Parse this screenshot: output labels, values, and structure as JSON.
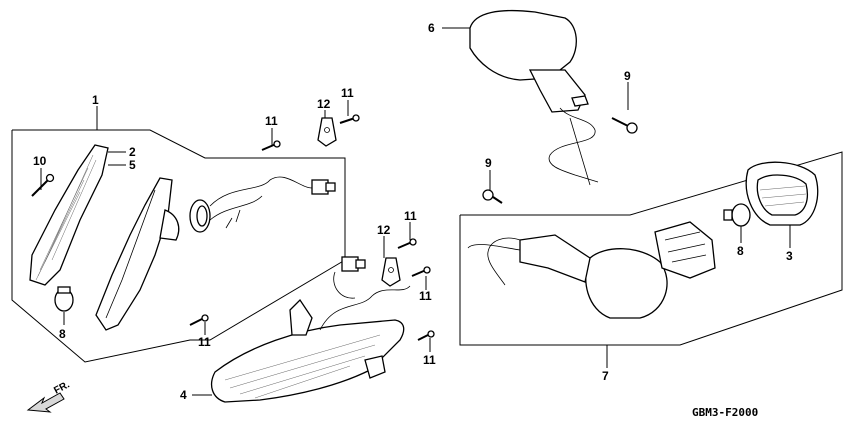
{
  "callouts": {
    "c1": "1",
    "c2": "2",
    "c5": "5",
    "c10": "10",
    "c8a": "8",
    "c11a": "11",
    "c11b": "11",
    "c12a": "12",
    "c11c": "11",
    "c6": "6",
    "c9a": "9",
    "c9b": "9",
    "c12b": "12",
    "c11d": "11",
    "c11e": "11",
    "c11f": "11",
    "c11g": "11",
    "c4": "4",
    "c3": "3",
    "c8b": "8",
    "c7": "7"
  },
  "direction_label": "FR.",
  "diagram_code": "GBM3-F2000"
}
